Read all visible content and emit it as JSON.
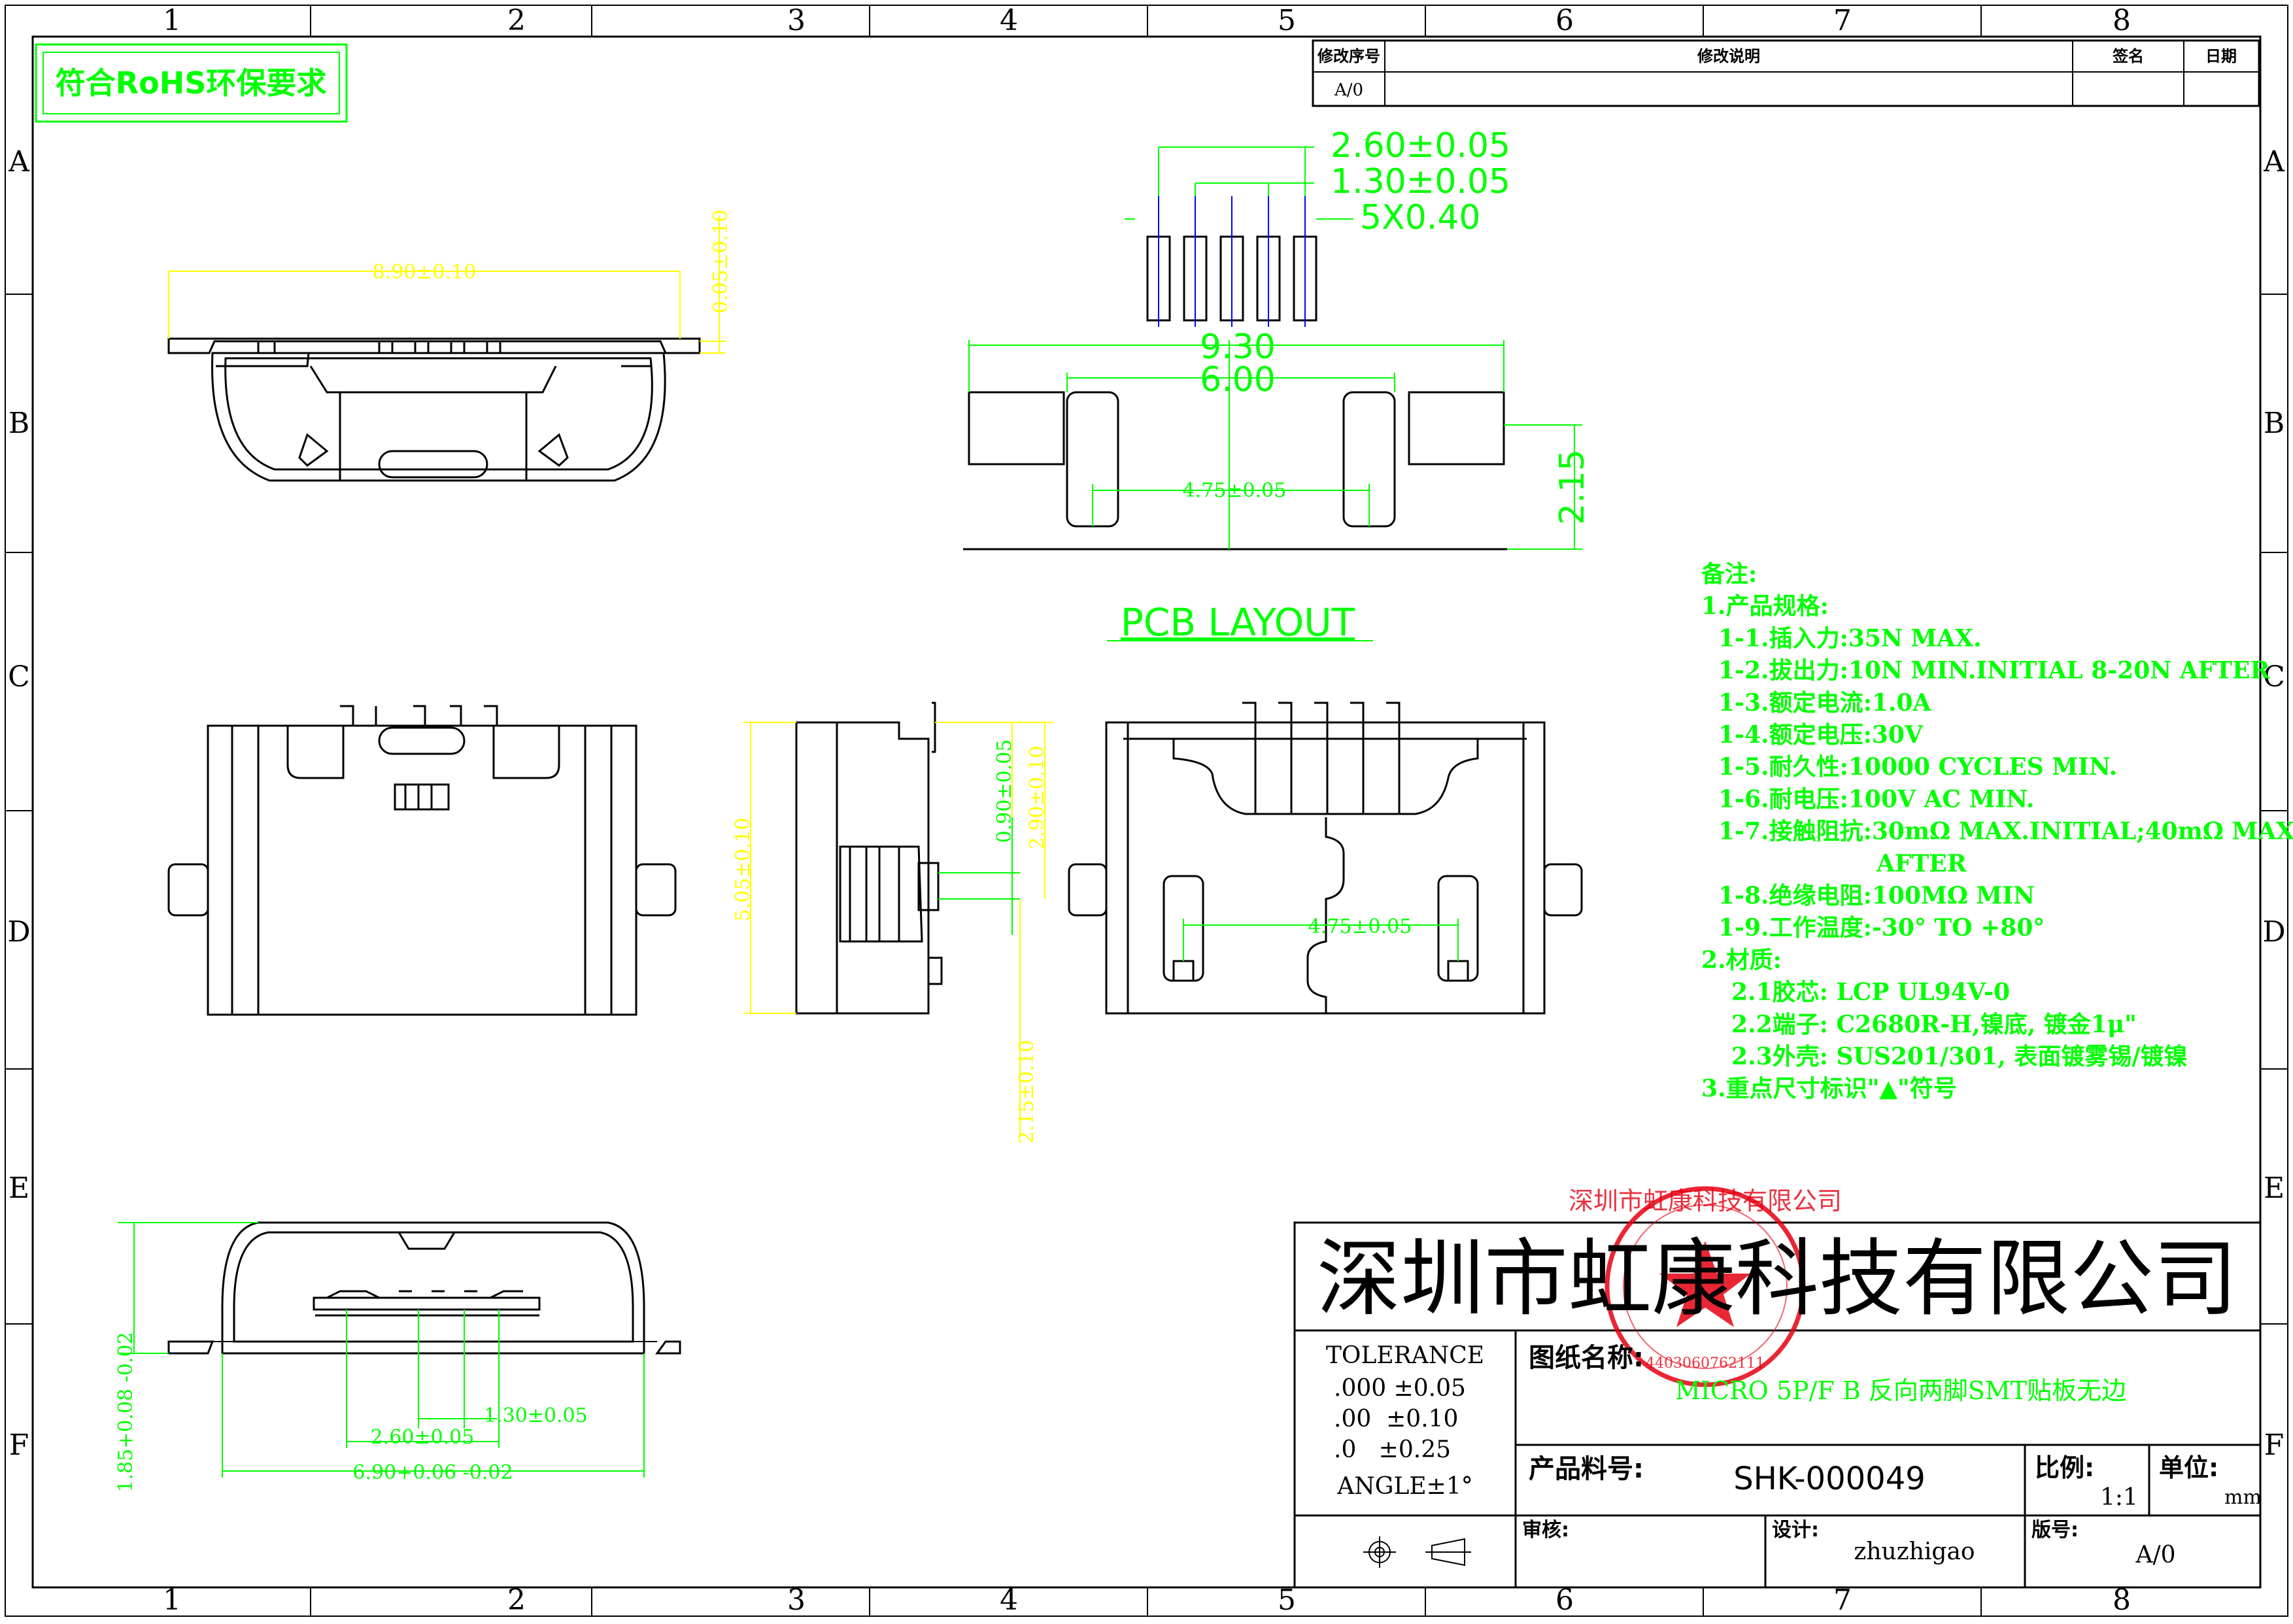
{
  "colors": {
    "line": "#000000",
    "dimension": "#00ff00",
    "dimension_alt": "#ffff00",
    "pin": "#0000ff",
    "stamp": "#e60012",
    "paper": "#ffffff"
  },
  "grid": {
    "columns": [
      "1",
      "2",
      "3",
      "4",
      "5",
      "6",
      "7",
      "8"
    ],
    "rows": [
      "A",
      "B",
      "C",
      "D",
      "E",
      "F"
    ]
  },
  "rohs_label": "符合RoHS环保要求",
  "revision": {
    "headers": {
      "seq": "修改序号",
      "desc": "修改说明",
      "sign": "签名",
      "date": "日期"
    },
    "rows": [
      {
        "seq": "A/0",
        "desc": "",
        "sign": "",
        "date": ""
      }
    ]
  },
  "dimensions": {
    "top_width": "8.90±0.10",
    "top_tab": "0.05±0.10",
    "pcb_pitch_outer": "2.60±0.05",
    "pcb_pitch_inner": "1.30±0.05",
    "pcb_pin_width": "5X0.40",
    "pcb_width_total": "9.30",
    "pcb_width_inner": "6.00",
    "pcb_pad_spacing": "4.75±0.05",
    "pcb_height": "2.15",
    "side_height": "5.05±0.10",
    "side_pin_offset": "0.90±0.05",
    "side_pin_depth": "2.90±0.10",
    "side_tail": "2.15±0.10",
    "bottom_view_pad": "4.75±0.05",
    "front_height": "1.85+0.08 -0.02",
    "front_pitch_outer": "2.60±0.05",
    "front_pitch_inner": "1.30±0.05",
    "front_width": "6.90+0.06 -0.02"
  },
  "pcb_layout_label": "PCB LAYOUT",
  "notes": {
    "title": "备注:",
    "spec_heading": "1.产品规格:",
    "specs": [
      "1-1.插入力:35N MAX.",
      "1-2.拔出力:10N MIN.INITIAL 8-20N AFTER",
      "1-3.额定电流:1.0A",
      "1-4.额定电压:30V",
      "1-5.耐久性:10000 CYCLES MIN.",
      "1-6.耐电压:100V AC MIN.",
      "1-7.接触阻抗:30mΩ MAX.INITIAL;40mΩ MAX",
      "AFTER",
      "1-8.绝缘电阻:100MΩ MIN",
      "1-9.工作温度:-30° TO +80°"
    ],
    "material_heading": "2.材质:",
    "materials": [
      "2.1胶芯: LCP UL94V-0",
      "2.2端子: C2680R-H,镍底, 镀金1μ\"",
      "2.3外壳: SUS201/301, 表面镀雾锡/镀镍"
    ],
    "key_dims": "3.重点尺寸标识\"▲\"符号"
  },
  "title_block": {
    "company": "深圳市虹康科技有限公司",
    "stamp_text": "深圳市虹康科技有限公司",
    "stamp_number": "4403060762111",
    "tolerance_title": "TOLERANCE",
    "tolerances": [
      ".000 ±0.05",
      ".00  ±0.10",
      ".0   ±0.25"
    ],
    "angle": "ANGLE±1°",
    "drawing_name_label": "图纸名称:",
    "drawing_name": "MICRO 5P/F B 反向两脚SMT贴板无边",
    "part_no_label": "产品料号:",
    "part_no": "SHK-000049",
    "scale_label": "比例:",
    "scale": "1:1",
    "unit_label": "单位:",
    "unit": "mm",
    "review_label": "审核:",
    "design_label": "设计:",
    "designer": "zhuzhigao",
    "version_label": "版号:",
    "version": "A/0"
  }
}
